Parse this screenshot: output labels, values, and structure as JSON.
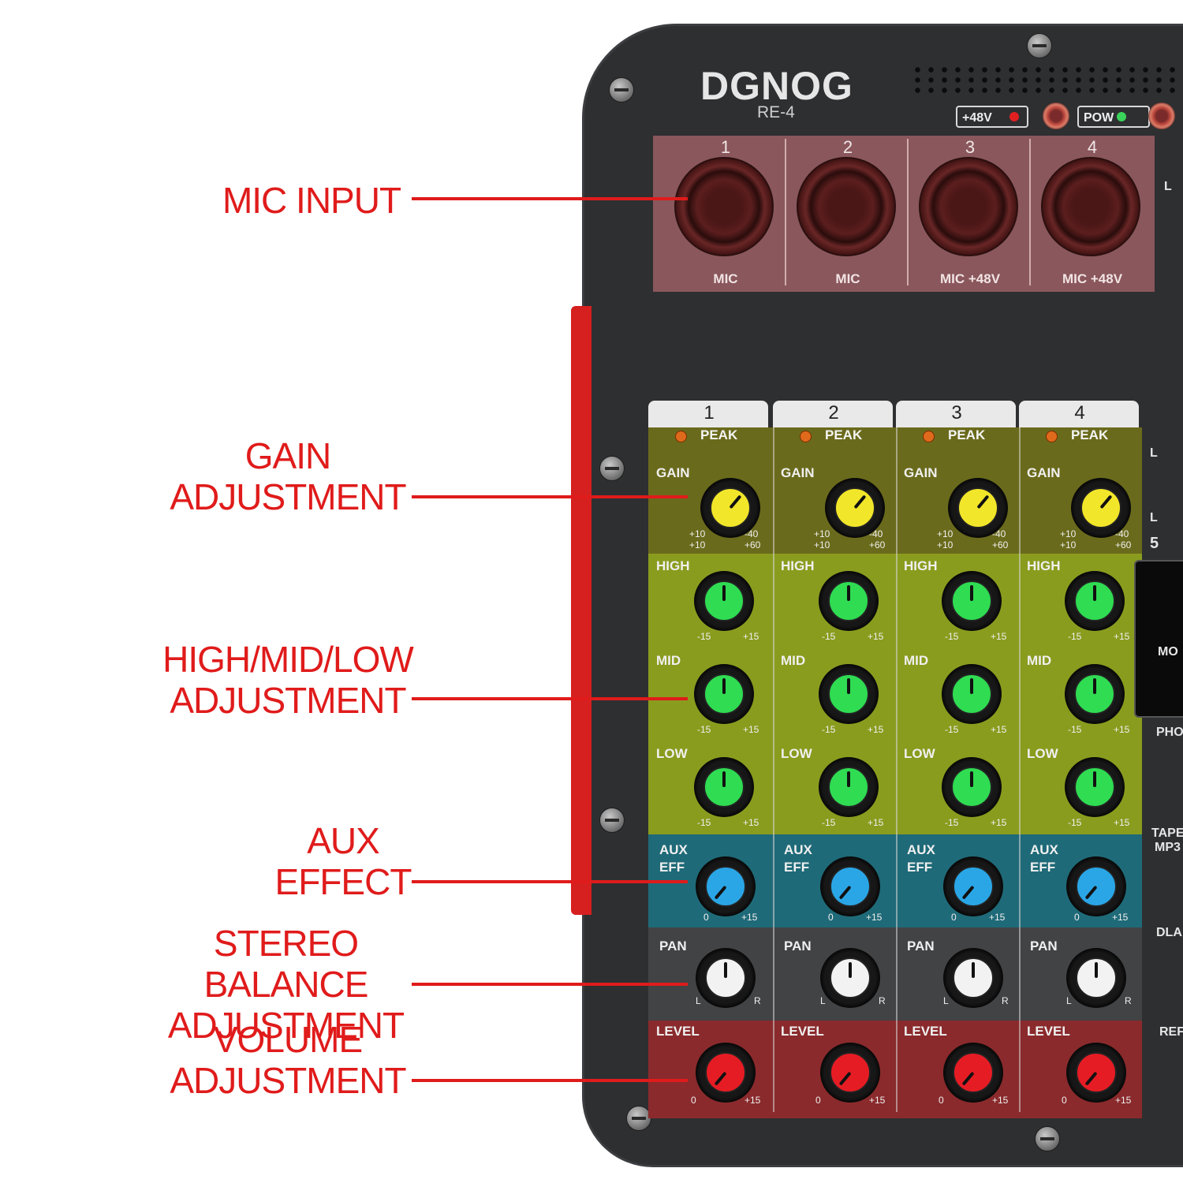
{
  "callouts": {
    "mic_input": "MIC INPUT",
    "gain_line1": "GAIN",
    "gain_line2": "ADJUSTMENT",
    "eq_line1": "HIGH/MID/LOW",
    "eq_line2": "ADJUSTMENT",
    "aux_line1": "AUX",
    "aux_line2": "EFFECT",
    "pan_line1": "STEREO BALANCE",
    "pan_line2": "ADJUSTMENT",
    "vol_line1": "VOLUME",
    "vol_line2": "ADJUSTMENT"
  },
  "device": {
    "brand": "DGNOG",
    "model": "RE-4",
    "phantom_label": "+48V",
    "power_label": "POW"
  },
  "inputs": [
    {
      "number": "1",
      "label": "MIC"
    },
    {
      "number": "2",
      "label": "MIC"
    },
    {
      "number": "3",
      "label": "MIC +48V"
    },
    {
      "number": "4",
      "label": "MIC +48V"
    }
  ],
  "channels": [
    {
      "number": "1",
      "peak": "PEAK",
      "gain": "GAIN",
      "gain_min": "+10",
      "gain_max": "-40",
      "gain_min2": "+10",
      "gain_max2": "+60",
      "high": "HIGH",
      "mid": "MID",
      "low": "LOW",
      "eq_min": "-15",
      "eq_max": "+15",
      "aux1": "AUX",
      "aux2": "EFF",
      "aux_min": "0",
      "aux_max": "+15",
      "pan": "PAN",
      "pan_l": "L",
      "pan_r": "R",
      "level": "LEVEL",
      "level_min": "0",
      "level_max": "+15"
    },
    {
      "number": "2",
      "peak": "PEAK",
      "gain": "GAIN",
      "gain_min": "+10",
      "gain_max": "-40",
      "gain_min2": "+10",
      "gain_max2": "+60",
      "high": "HIGH",
      "mid": "MID",
      "low": "LOW",
      "eq_min": "-15",
      "eq_max": "+15",
      "aux1": "AUX",
      "aux2": "EFF",
      "aux_min": "0",
      "aux_max": "+15",
      "pan": "PAN",
      "pan_l": "L",
      "pan_r": "R",
      "level": "LEVEL",
      "level_min": "0",
      "level_max": "+15"
    },
    {
      "number": "3",
      "peak": "PEAK",
      "gain": "GAIN",
      "gain_min": "+10",
      "gain_max": "-40",
      "gain_min2": "+10",
      "gain_max2": "+60",
      "high": "HIGH",
      "mid": "MID",
      "low": "LOW",
      "eq_min": "-15",
      "eq_max": "+15",
      "aux1": "AUX",
      "aux2": "EFF",
      "aux_min": "0",
      "aux_max": "+15",
      "pan": "PAN",
      "pan_l": "L",
      "pan_r": "R",
      "level": "LEVEL",
      "level_min": "0",
      "level_max": "+15"
    },
    {
      "number": "4",
      "peak": "PEAK",
      "gain": "GAIN",
      "gain_min": "+10",
      "gain_max": "-40",
      "gain_min2": "+10",
      "gain_max2": "+60",
      "high": "HIGH",
      "mid": "MID",
      "low": "LOW",
      "eq_min": "-15",
      "eq_max": "+15",
      "aux1": "AUX",
      "aux2": "EFF",
      "aux_min": "0",
      "aux_max": "+15",
      "pan": "PAN",
      "pan_l": "L",
      "pan_r": "R",
      "level": "LEVEL",
      "level_min": "0",
      "level_max": "+15"
    }
  ],
  "right_partial": {
    "l1": "L",
    "l2": "L",
    "l3": "L",
    "five": "5",
    "mo": "MO",
    "pho": "PHO",
    "tape": "TAPE",
    "mp3": "MP3",
    "dla": "DLA",
    "ref": "REF"
  },
  "colors": {
    "callout": "#e01b1b",
    "mixer_body": "#2e2f31",
    "gain_band": "#6e6e1e",
    "eq_band": "#8a9a1e",
    "aux_band": "#1f6e7a",
    "pan_band": "#414244",
    "level_band": "#8a2a2a",
    "gain_knob": "#f2e62a",
    "eq_knob": "#2fdc52",
    "aux_knob": "#2aa6e6",
    "pan_knob": "#f2f2f2",
    "level_knob": "#e61c24"
  }
}
